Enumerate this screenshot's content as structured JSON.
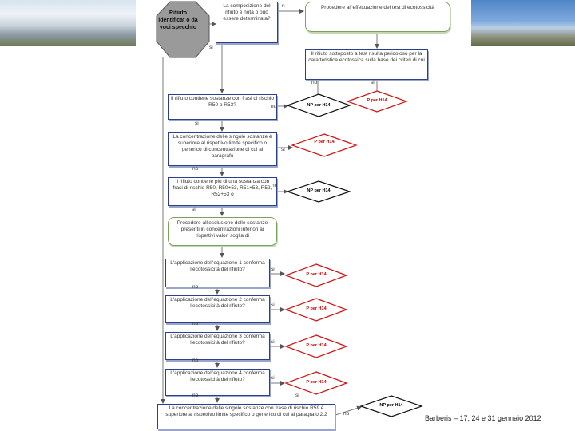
{
  "footer": "Barberis – 17, 24 e 31 gennaio 2012",
  "start": "Rifiuto identificat o da voci specchio",
  "boxes": {
    "b1": "La composizione del rifiuto è nota o può essere determinata?",
    "b2": "Procedere all'effettuazione dei test di ecotossicità",
    "b3": "Il rifiuto sottoposto a test risulta pericoloso per la caratteristica ecotossica sulla base dei criteri di cui",
    "b4": "Il rifiuto contiene sostanze con frasi di rischio R50 o R53?",
    "b5": "La concentrazione delle singole sostanze è superiore al rispettivo limite specifico o generico di concentrazione di cui al paragrafo",
    "b6": "Il rifiuto contiene più di una sostanza con frasi di rischio R50, R50+53, R51+53, R52, R52+53 o",
    "b7": "Procedere all'esclusione delle sostanze presenti in concentrazioni inferiori ai rispettivi valori soglia di",
    "b8": "L'applicazione dell'equazione 1 conferma l'ecotossicità del rifiuto?",
    "b9": "L'applicazione dell'equazione 2 conferma l'ecotossicità del rifiuto?",
    "b10": "L'applicazione dell'equazione 3 conferma l'ecotossicità del rifiuto?",
    "b11": "L'applicazione dell'equazione 4 conferma l'ecotossicità del rifiuto?",
    "b12": "La concentrazione delle singole sostanze con frase di rischio R59 è superiore al rispettivo limite specifico o generico di cui al paragrafo 2.2"
  },
  "decisions": {
    "np": "NP per H14",
    "p": "P per H14"
  },
  "labels": {
    "si": "si",
    "no": "no",
    "n": "n"
  }
}
